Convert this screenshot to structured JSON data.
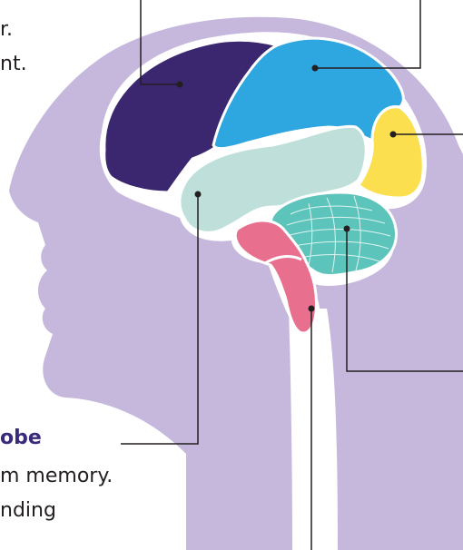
{
  "labels": {
    "top_left_line1": "r.",
    "top_left_line2": "nt.",
    "temporal_title": "obe",
    "temporal_line1": "m memory.",
    "temporal_line2": "nding"
  },
  "colors": {
    "head": "#c5b8dc",
    "frontal": "#3a2770",
    "parietal": "#2ea6df",
    "occipital": "#fbdf4f",
    "temporal": "#bfe0da",
    "cerebellum": "#5cc4ba",
    "brainstem": "#e86f8e",
    "outline": "#ffffff",
    "leader": "#231f20"
  },
  "icons": [
    "head-silhouette",
    "brain-diagram"
  ]
}
